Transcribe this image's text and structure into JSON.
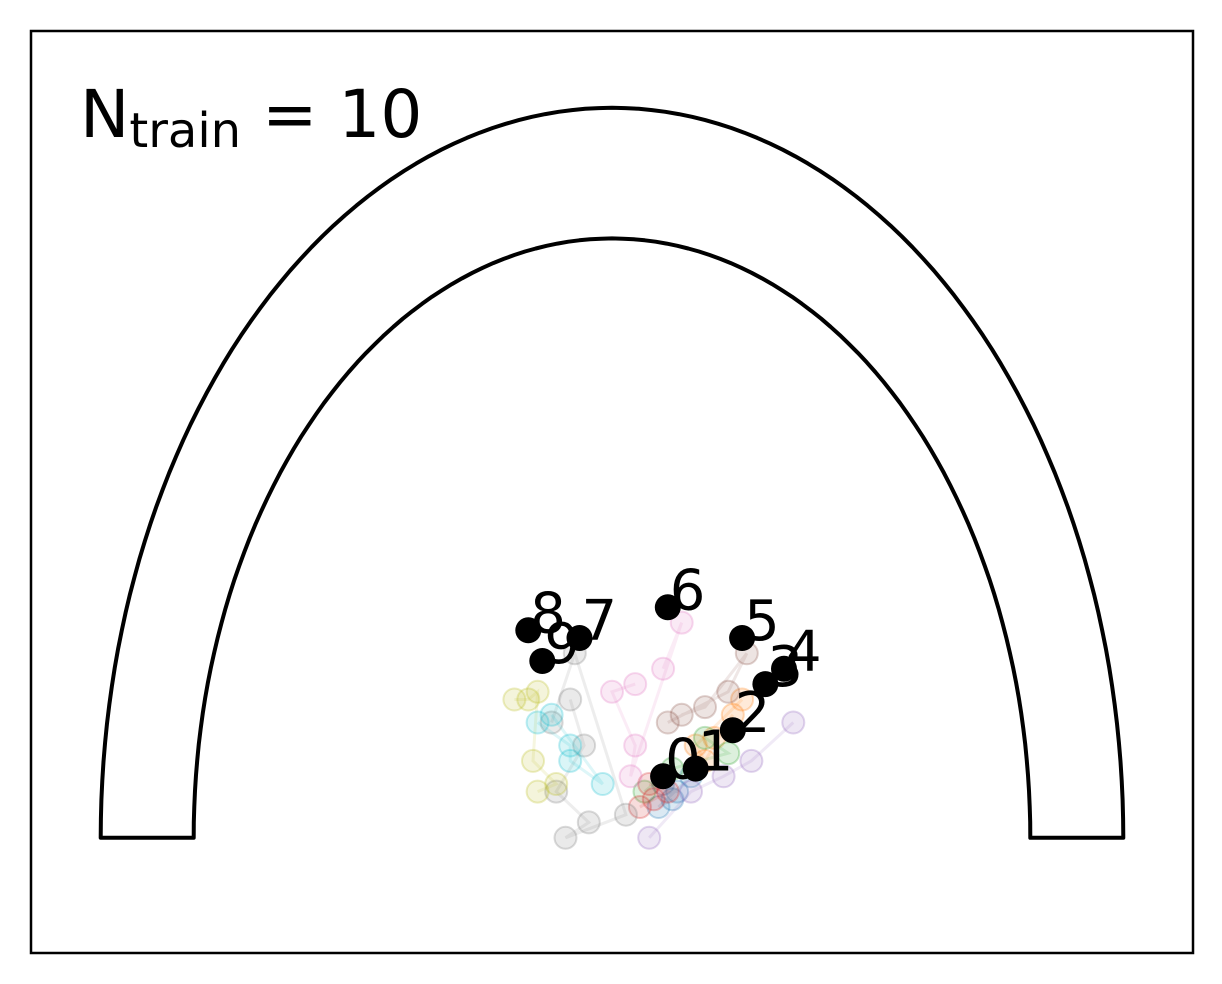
{
  "chart_data": {
    "type": "scatter",
    "annotation": {
      "main": "N",
      "subscript": "train",
      "suffix": " = 10"
    },
    "xlim": [
      -1.25,
      1.25
    ],
    "ylim": [
      -0.15,
      1.05
    ],
    "grid": false,
    "track": {
      "outer_radius": 1.1,
      "inner_radius": 0.9,
      "outer_height": 0.95,
      "inner_height": 0.78,
      "base_y": 0.0
    },
    "points": [
      {
        "label": "0",
        "x": 0.11,
        "y": 0.08
      },
      {
        "label": "1",
        "x": 0.18,
        "y": 0.09
      },
      {
        "label": "2",
        "x": 0.26,
        "y": 0.14
      },
      {
        "label": "3",
        "x": 0.33,
        "y": 0.2
      },
      {
        "label": "4",
        "x": 0.37,
        "y": 0.22
      },
      {
        "label": "5",
        "x": 0.28,
        "y": 0.26
      },
      {
        "label": "6",
        "x": 0.12,
        "y": 0.3
      },
      {
        "label": "7",
        "x": -0.07,
        "y": 0.26
      },
      {
        "label": "8",
        "x": -0.18,
        "y": 0.27
      },
      {
        "label": "9",
        "x": -0.15,
        "y": 0.23
      }
    ],
    "trails": [
      {
        "color": "#1f77b4",
        "points": [
          [
            0.13,
            0.05
          ],
          [
            0.1,
            0.04
          ],
          [
            0.17,
            0.08
          ],
          [
            0.14,
            0.06
          ],
          [
            0.11,
            0.07
          ]
        ]
      },
      {
        "color": "#ff7f0e",
        "points": [
          [
            0.22,
            0.13
          ],
          [
            0.26,
            0.16
          ],
          [
            0.2,
            0.1
          ],
          [
            0.18,
            0.12
          ],
          [
            0.28,
            0.18
          ]
        ]
      },
      {
        "color": "#2ca02c",
        "points": [
          [
            0.07,
            0.06
          ],
          [
            0.13,
            0.09
          ],
          [
            0.25,
            0.11
          ],
          [
            0.2,
            0.13
          ]
        ]
      },
      {
        "color": "#d62728",
        "points": [
          [
            0.09,
            0.05
          ],
          [
            0.06,
            0.04
          ],
          [
            0.12,
            0.06
          ],
          [
            0.08,
            0.07
          ]
        ]
      },
      {
        "color": "#9467bd",
        "points": [
          [
            0.39,
            0.15
          ],
          [
            0.3,
            0.1
          ],
          [
            0.24,
            0.08
          ],
          [
            0.17,
            0.06
          ],
          [
            0.08,
            0.0
          ]
        ]
      },
      {
        "color": "#8c564b",
        "points": [
          [
            0.15,
            0.16
          ],
          [
            0.2,
            0.17
          ],
          [
            0.29,
            0.24
          ],
          [
            0.25,
            0.19
          ],
          [
            0.12,
            0.15
          ]
        ]
      },
      {
        "color": "#e377c2",
        "points": [
          [
            0.05,
            0.2
          ],
          [
            0.0,
            0.19
          ],
          [
            0.05,
            0.12
          ],
          [
            0.04,
            0.08
          ],
          [
            0.15,
            0.28
          ],
          [
            0.11,
            0.22
          ]
        ]
      },
      {
        "color": "#7f7f7f",
        "points": [
          [
            -0.09,
            0.18
          ],
          [
            -0.06,
            0.12
          ],
          [
            -0.12,
            0.06
          ],
          [
            -0.05,
            0.02
          ],
          [
            -0.1,
            0.0
          ],
          [
            0.03,
            0.03
          ],
          [
            -0.08,
            0.24
          ],
          [
            -0.13,
            0.15
          ]
        ]
      },
      {
        "color": "#bcbd22",
        "points": [
          [
            -0.21,
            0.18
          ],
          [
            -0.18,
            0.18
          ],
          [
            -0.16,
            0.19
          ],
          [
            -0.17,
            0.1
          ],
          [
            -0.12,
            0.07
          ],
          [
            -0.16,
            0.06
          ]
        ]
      },
      {
        "color": "#17becf",
        "points": [
          [
            -0.16,
            0.15
          ],
          [
            -0.09,
            0.12
          ],
          [
            -0.09,
            0.1
          ],
          [
            -0.02,
            0.07
          ],
          [
            -0.13,
            0.16
          ]
        ]
      }
    ]
  }
}
